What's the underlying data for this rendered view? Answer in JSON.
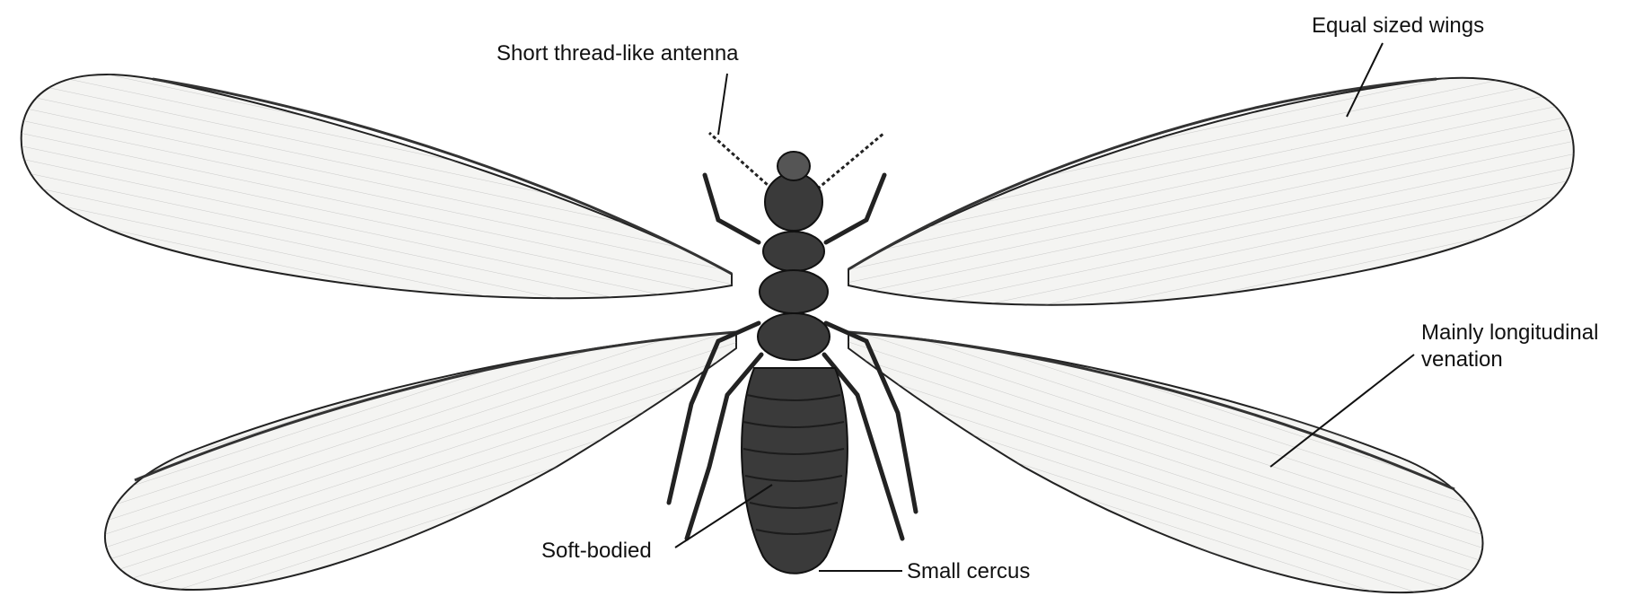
{
  "labels": {
    "antenna": "Short thread-like antenna",
    "wings": "Equal sized wings",
    "venation_line1": "Mainly longitudinal",
    "venation_line2": "venation",
    "soft_bodied": "Soft-bodied",
    "cercus": "Small cercus"
  },
  "colors": {
    "ink": "#111111",
    "wing_fill": "#f4f4f2",
    "body_fill": "#3a3a3a",
    "body_dark": "#1c1c1c"
  }
}
